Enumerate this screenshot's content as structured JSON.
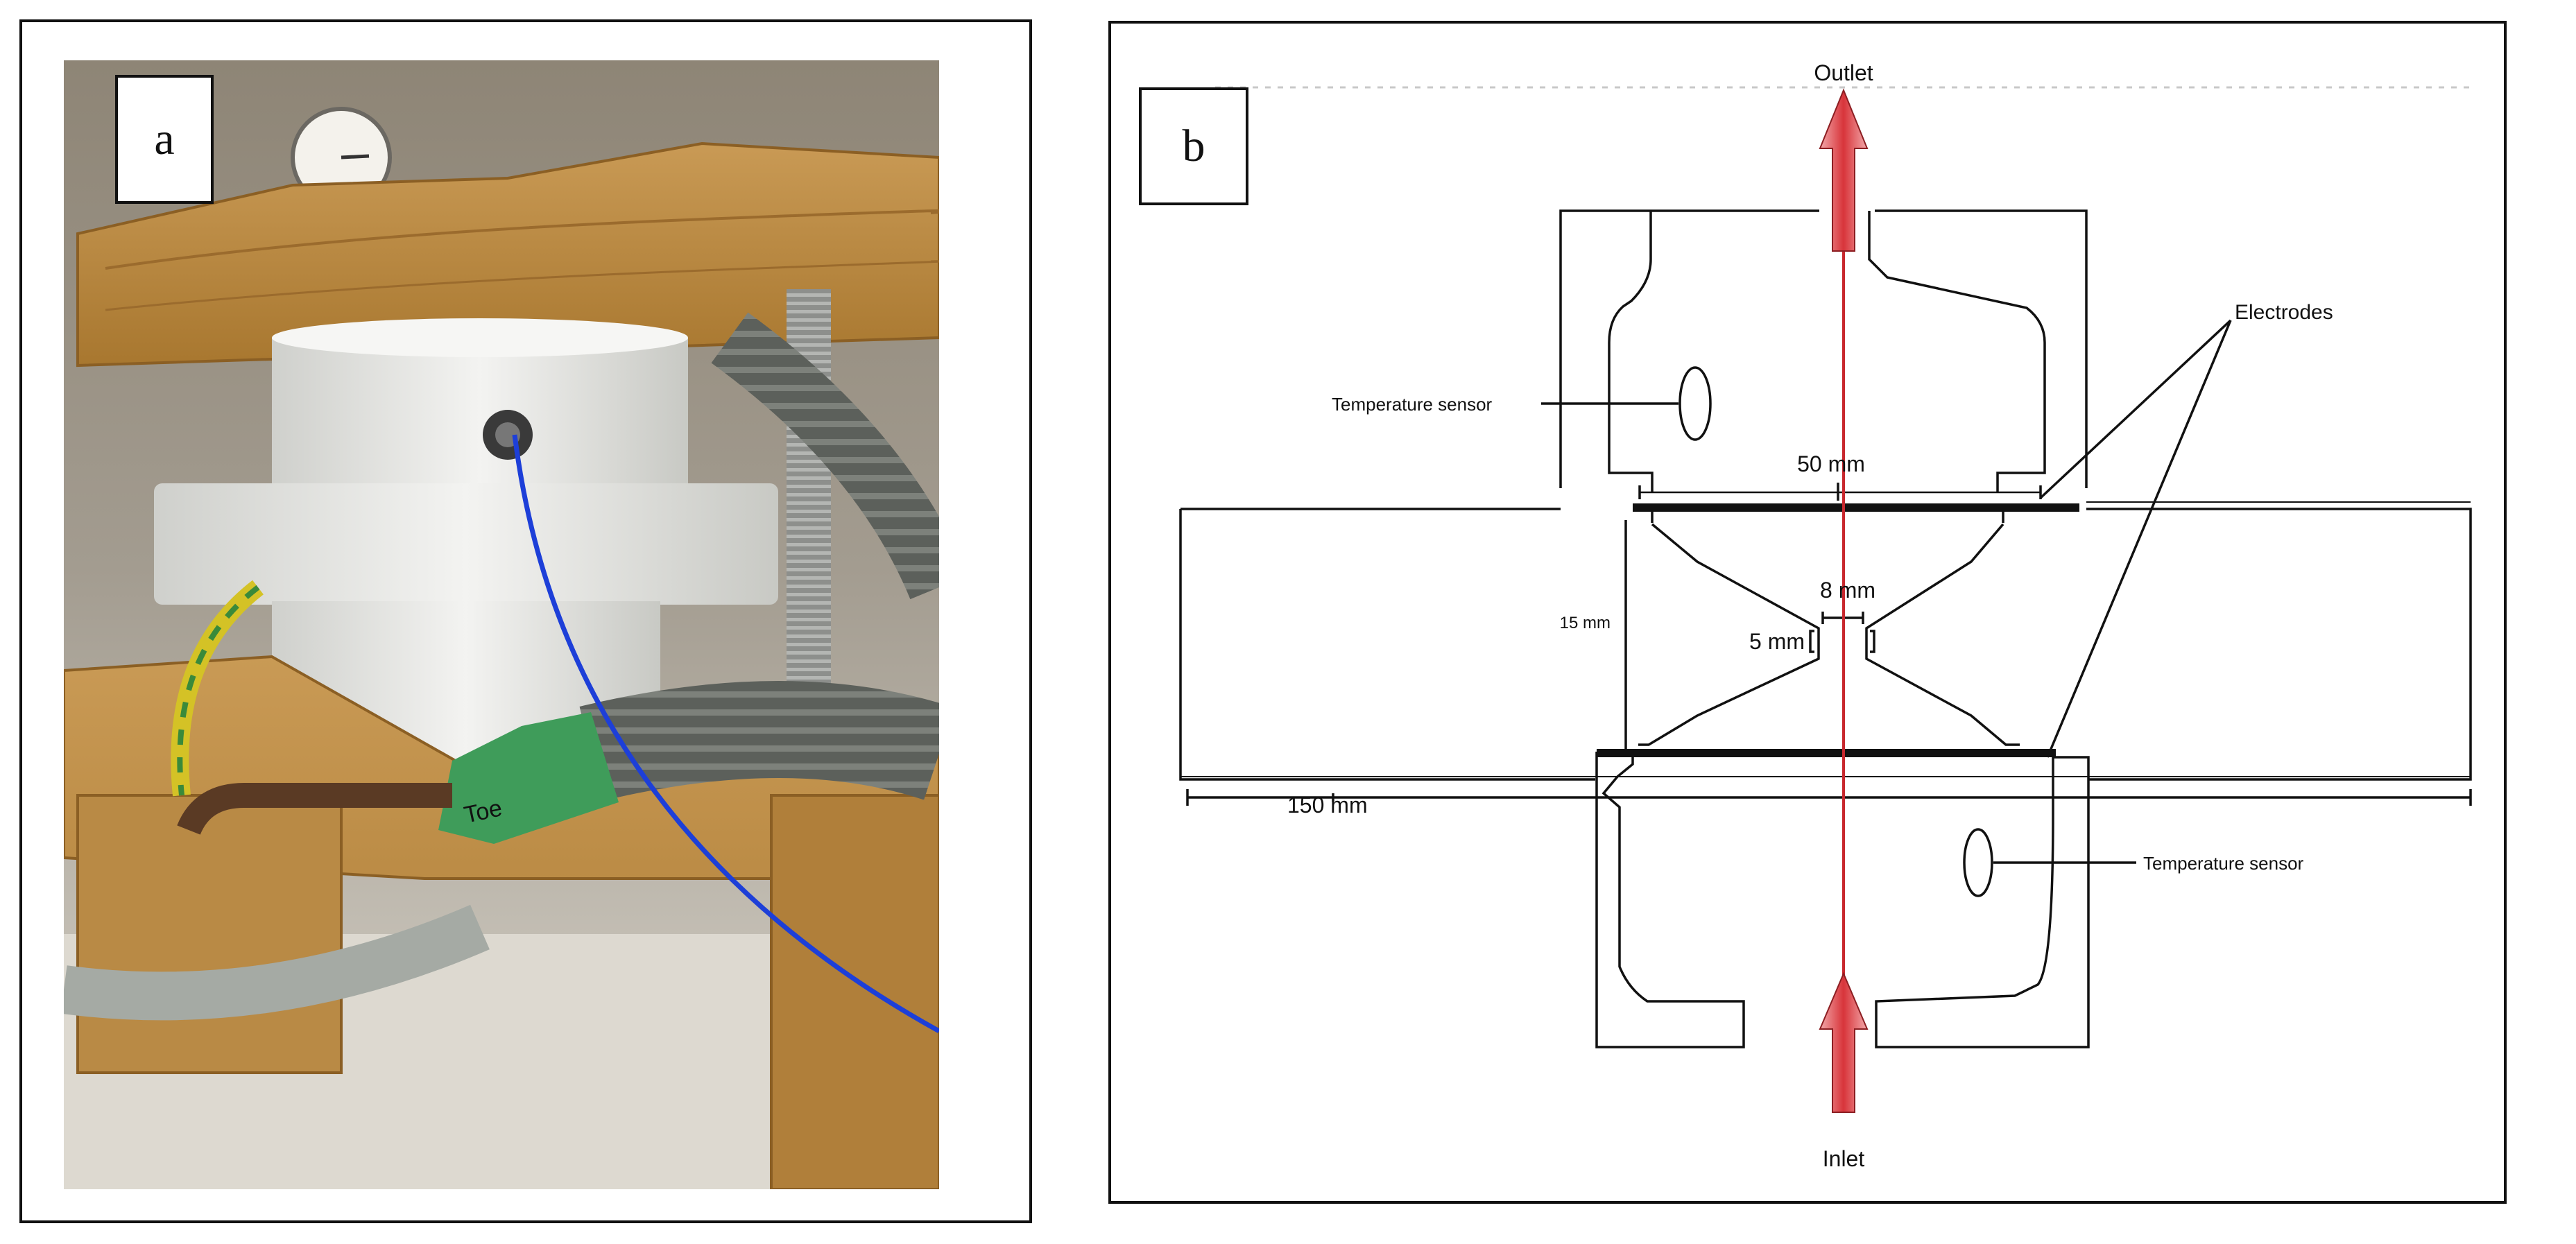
{
  "panel_a": {
    "tag": "a",
    "hose_label": "Toe"
  },
  "panel_b": {
    "tag": "b",
    "outlet": "Outlet",
    "inlet": "Inlet",
    "electrodes": "Electrodes",
    "temp_sensor_top": "Temperature sensor",
    "temp_sensor_bottom": "Temperature sensor",
    "dim_50": "50 mm",
    "dim_8": "8 mm",
    "dim_5": "5 mm",
    "dim_15": "15 mm",
    "dim_150": "150 mm"
  },
  "colors": {
    "flow_arrow": "#d8343a",
    "wood": "#b5843f",
    "teflon": "#ececea",
    "wire": "#1d3fd8",
    "conduit": "#5c605b"
  }
}
